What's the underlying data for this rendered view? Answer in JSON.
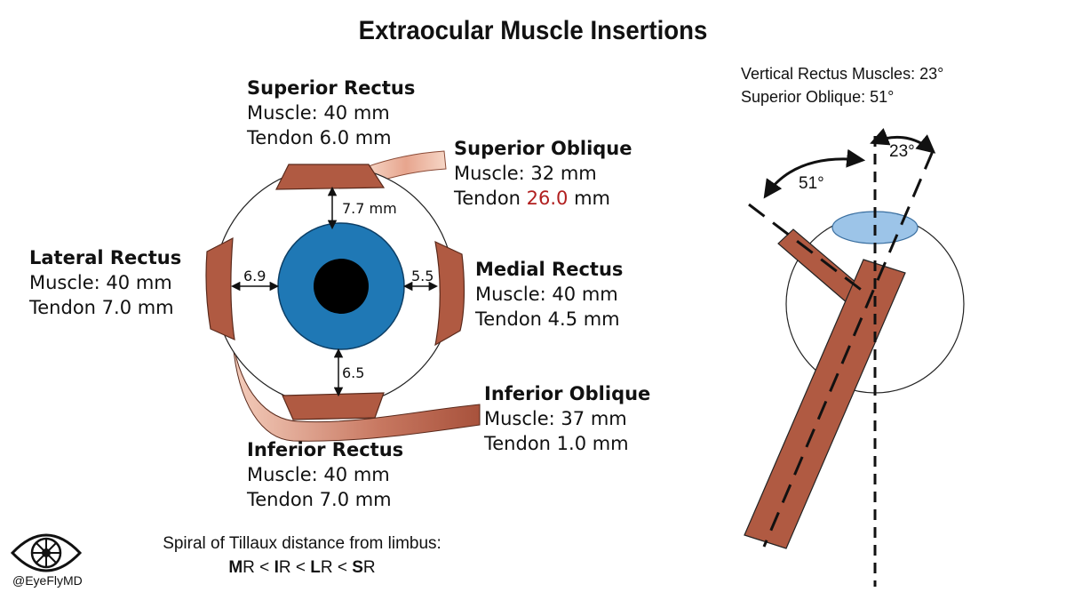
{
  "title": "Extraocular Muscle Insertions",
  "muscles": {
    "superior_rectus": {
      "name": "Superior Rectus",
      "muscle": "Muscle: 40 mm",
      "tendon": "Tendon 6.0 mm"
    },
    "superior_oblique": {
      "name": "Superior Oblique",
      "muscle": "Muscle: 32 mm",
      "tendon_prefix": "Tendon ",
      "tendon_value": "26.0",
      "tendon_suffix": " mm"
    },
    "lateral_rectus": {
      "name": "Lateral Rectus",
      "muscle": "Muscle: 40 mm",
      "tendon": "Tendon 7.0 mm"
    },
    "medial_rectus": {
      "name": "Medial Rectus",
      "muscle": "Muscle: 40 mm",
      "tendon": "Tendon 4.5 mm"
    },
    "inferior_oblique": {
      "name": "Inferior Oblique",
      "muscle": "Muscle: 37 mm",
      "tendon": "Tendon 1.0 mm"
    },
    "inferior_rectus": {
      "name": "Inferior Rectus",
      "muscle": "Muscle: 40 mm",
      "tendon": "Tendon 7.0 mm"
    }
  },
  "distances": {
    "superior": "7.7 mm",
    "lateral": "6.9",
    "medial": "5.5",
    "inferior": "6.5"
  },
  "angles": {
    "vertical_rectus_line": "Vertical Rectus Muscles:  23°",
    "superior_oblique_line": "Superior Oblique: 51°",
    "label_23": "23°",
    "label_51": "51°"
  },
  "tillaux": {
    "line1": "Spiral of Tillaux distance from limbus:",
    "seq": [
      {
        "b": "M",
        "r": "R"
      },
      {
        "b": "I",
        "r": "R"
      },
      {
        "b": "L",
        "r": "R"
      },
      {
        "b": "S",
        "r": "R"
      }
    ],
    "sep": " < "
  },
  "handle": "@EyeFlyMD",
  "colors": {
    "muscle": "#b05a42",
    "muscle_stroke": "#5a2a1c",
    "iris": "#1f78b5",
    "tendon_light": "#f5d3c3",
    "lens": "#9cc4e8",
    "accent_red": "#b11f1f"
  },
  "icons": [
    "eye-logo-icon",
    "arrow-icon"
  ]
}
